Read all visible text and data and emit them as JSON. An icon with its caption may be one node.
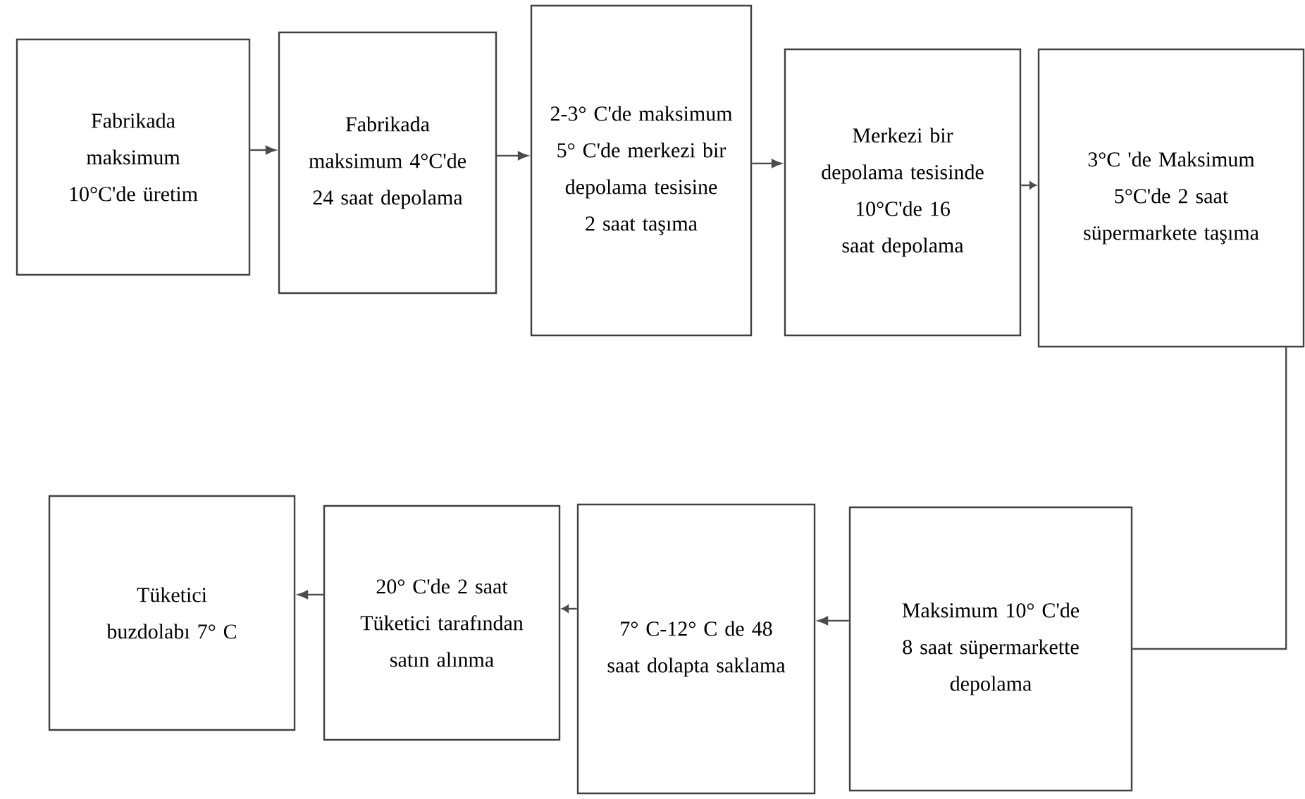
{
  "diagram": {
    "nodes": [
      {
        "text": [
          "Fabrikada maksimum 10°C'de üretim"
        ]
      },
      {
        "text": [
          "Fabrikada maksimum 4°C'de 24 saat depolama"
        ]
      },
      {
        "text": [
          "2-3° C'de maksimum 5° C'de merkezi bir depolama tesisine 2 saat taşıma"
        ]
      },
      {
        "text": [
          "Merkezi bir depolama tesisinde 10°C'de 16 saat depolama"
        ]
      },
      {
        "text": [
          "3°C 'de Maksimum 5°C'de 2 saat süpermarkete taşıma"
        ]
      },
      {
        "text": [
          "Maksimum 10° C'de 8 saat süpermarkette depolama"
        ]
      },
      {
        "text": [
          "7° C-12° C de 48 saat dolapta saklama"
        ]
      },
      {
        "text": [
          "20° C'de 2 saat Tüketici tarafından satın alınma"
        ]
      },
      {
        "text": [
          "Tüketici buzdolabı 7° C"
        ]
      }
    ],
    "edges": [
      {
        "from": 0,
        "to": 1,
        "arrow": "to"
      },
      {
        "from": 1,
        "to": 2,
        "arrow": "to"
      },
      {
        "from": 2,
        "to": 3,
        "arrow": "to"
      },
      {
        "from": 3,
        "to": 4,
        "arrow": "to"
      },
      {
        "from": 4,
        "to": 5,
        "arrow": "none"
      },
      {
        "from": 5,
        "to": 6,
        "arrow": "to"
      },
      {
        "from": 6,
        "to": 7,
        "arrow": "to"
      },
      {
        "from": 7,
        "to": 8,
        "arrow": "to"
      }
    ]
  }
}
